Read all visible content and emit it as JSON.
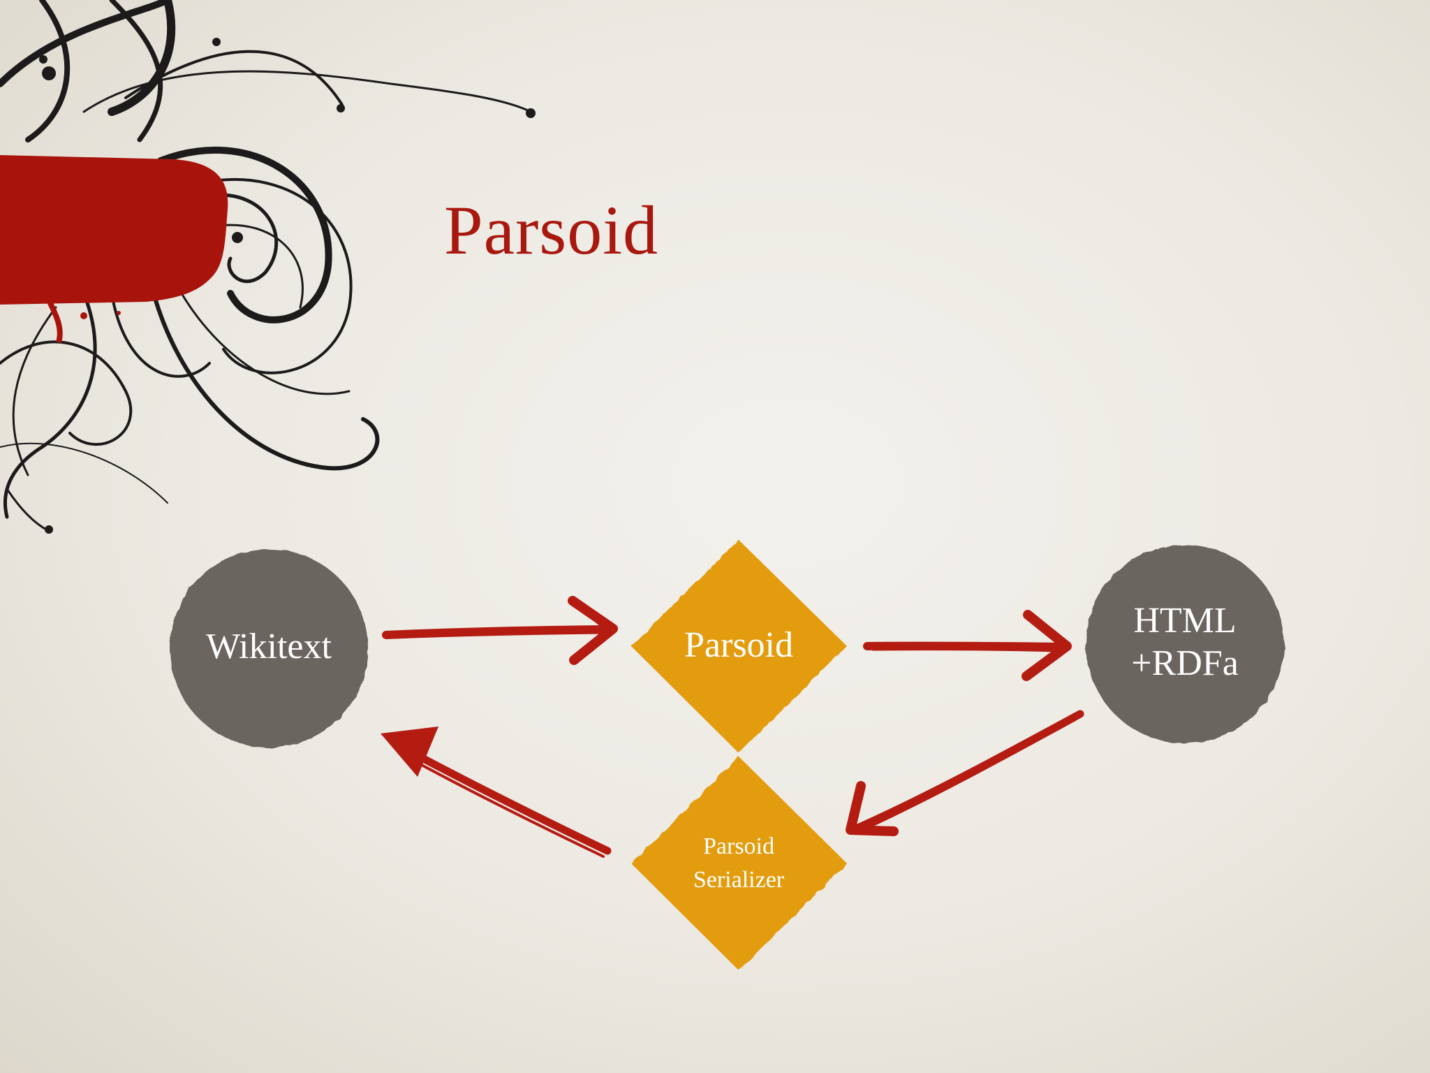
{
  "slide": {
    "title": "Parsoid"
  },
  "diagram": {
    "nodes": {
      "wikitext": {
        "label": "Wikitext",
        "shape": "circle",
        "color": "#6b655f"
      },
      "parsoid": {
        "label": "Parsoid",
        "shape": "diamond",
        "color": "#e39c0f"
      },
      "html_rdfa": {
        "label": "HTML\n+RDFa",
        "shape": "circle",
        "color": "#6b655f"
      },
      "serializer": {
        "label": "Parsoid\nSerializer",
        "shape": "diamond",
        "color": "#e39c0f"
      }
    },
    "edges": [
      {
        "from": "wikitext",
        "to": "parsoid"
      },
      {
        "from": "parsoid",
        "to": "html_rdfa"
      },
      {
        "from": "html_rdfa",
        "to": "serializer"
      },
      {
        "from": "serializer",
        "to": "wikitext"
      }
    ],
    "arrow_color": "#b41c12"
  },
  "decoration": {
    "accent_block_color": "#a8140c",
    "swirl_color": "#1c1a1a"
  }
}
